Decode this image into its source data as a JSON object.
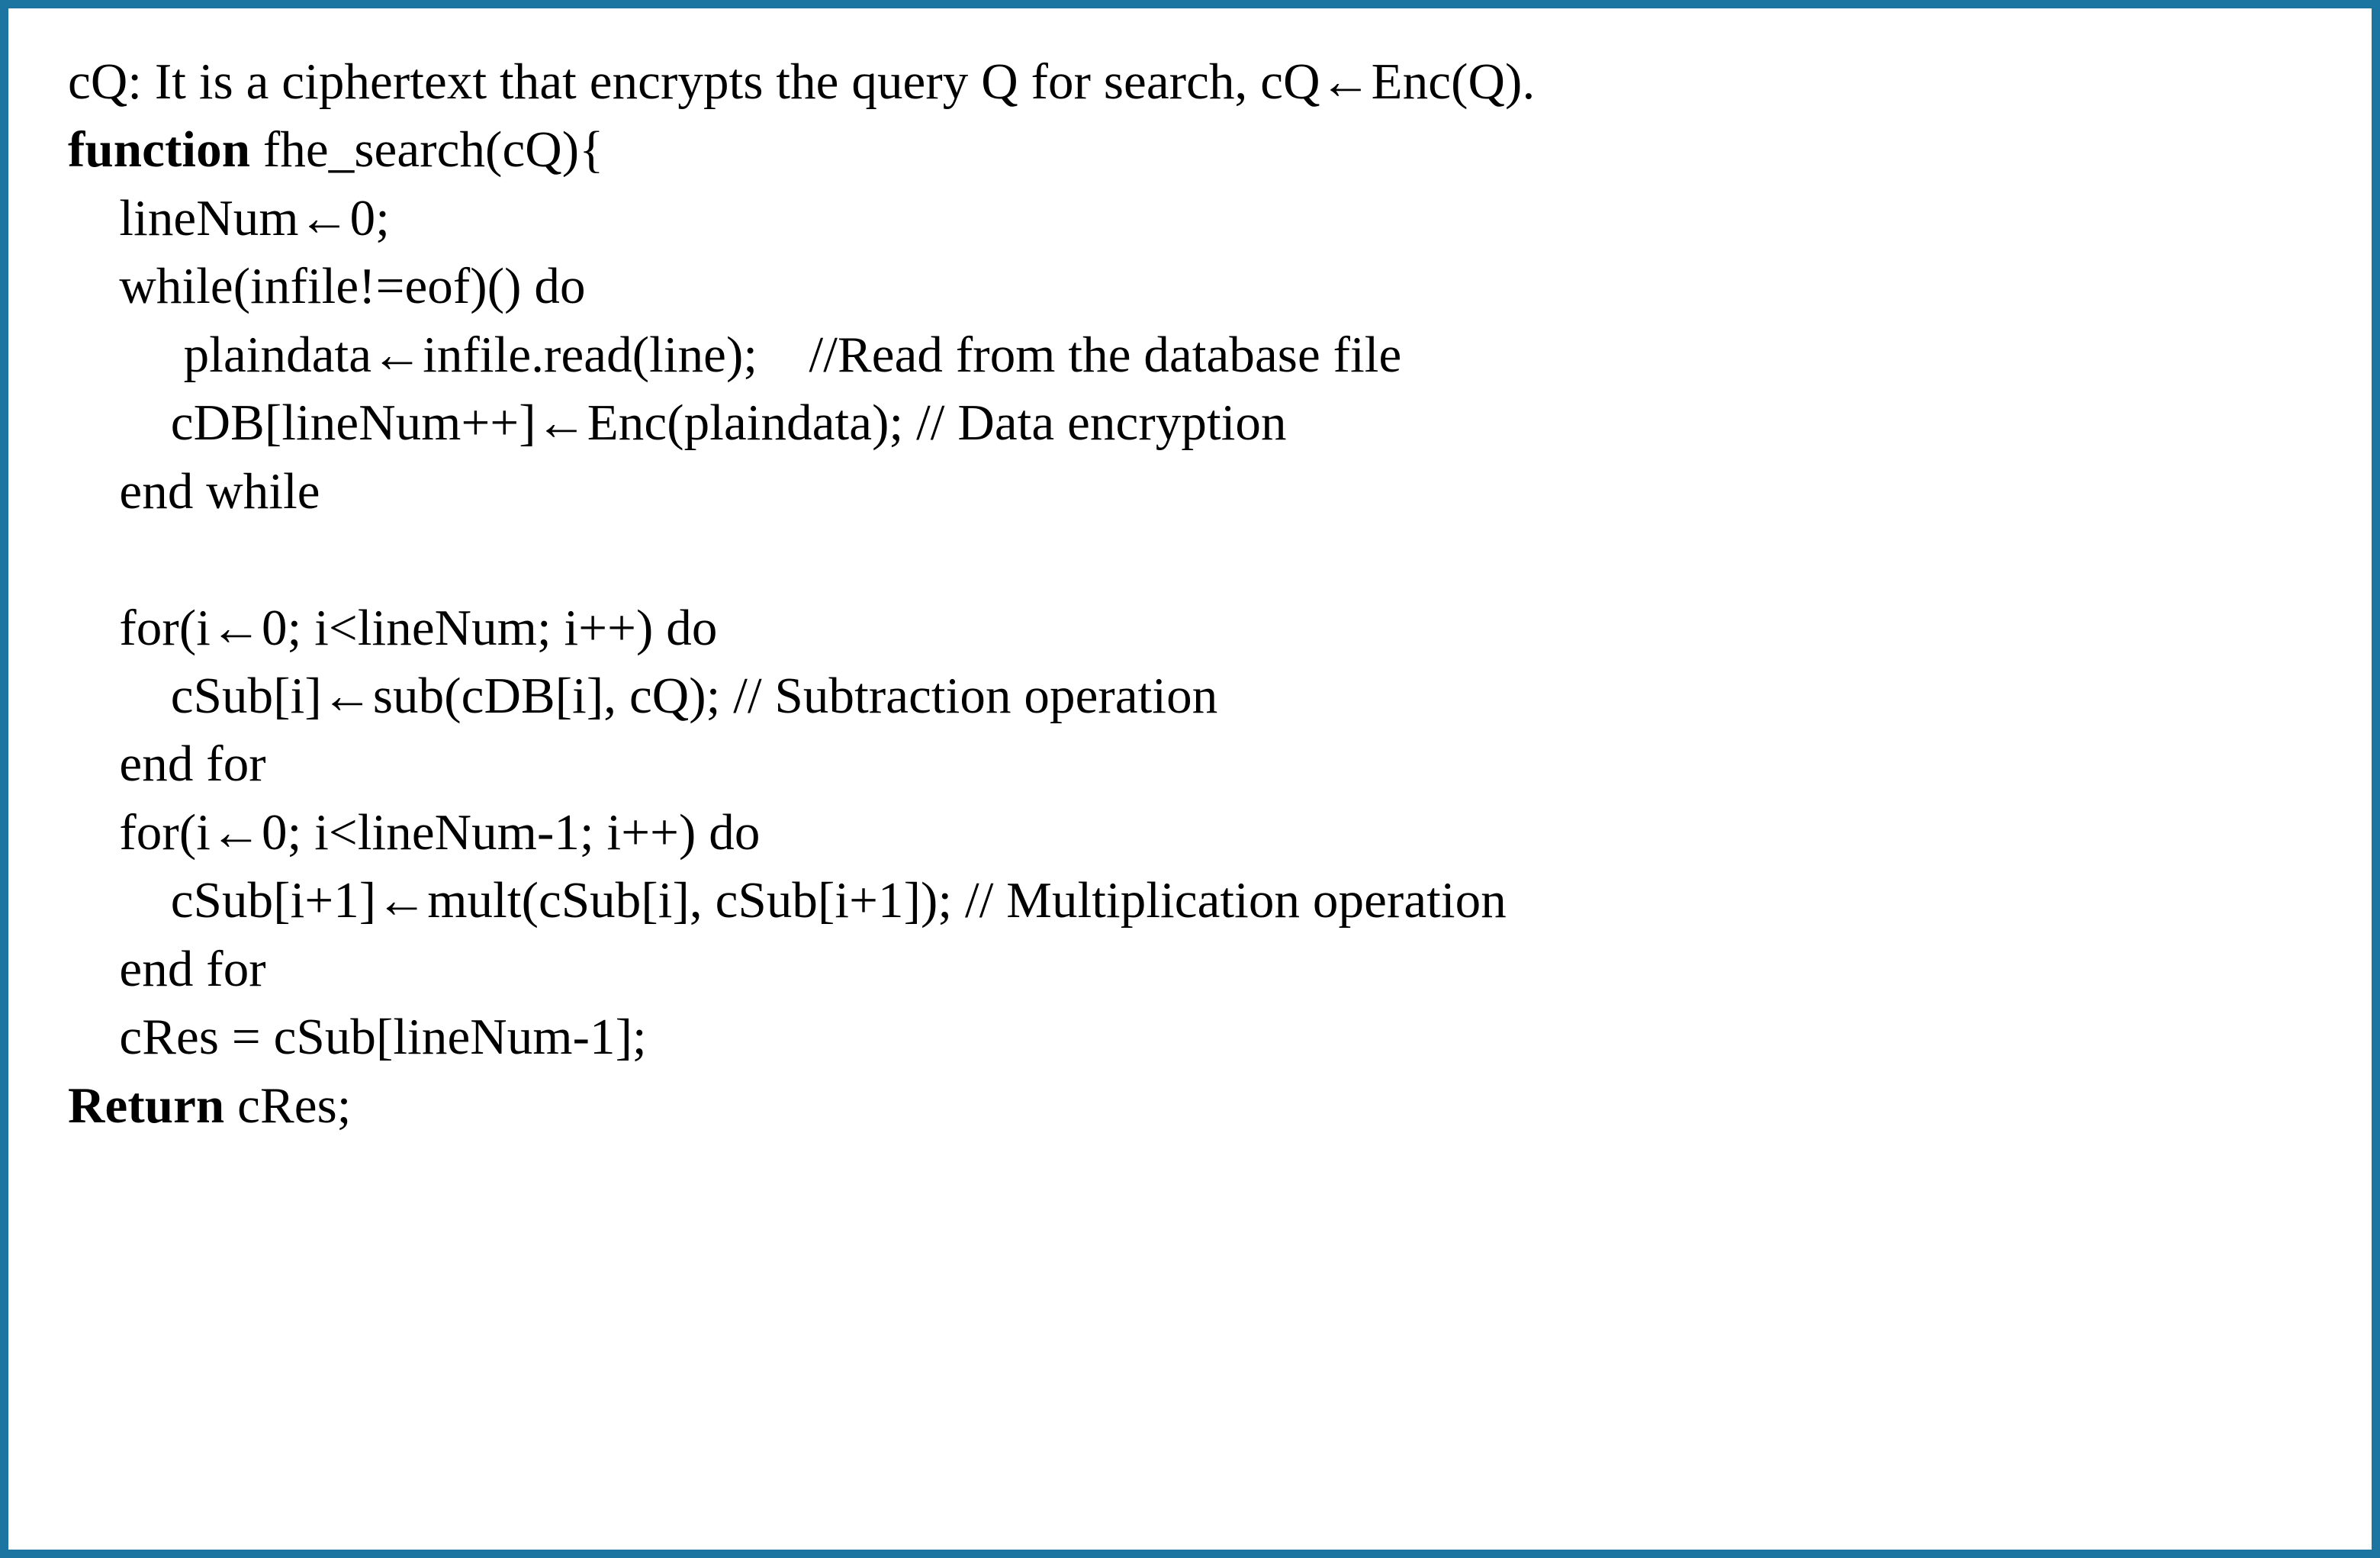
{
  "figure": {
    "kind": "algorithm-pseudocode-box",
    "border_color": "#1b75a0",
    "background_color": "#ffffff",
    "text_color": "#000000"
  },
  "code": {
    "lines": [
      {
        "id": "desc",
        "indent": 0,
        "bold_prefix": "",
        "text": "cQ: It is a ciphertext that encrypts the query Q for search, cQ←Enc(Q)."
      },
      {
        "id": "func-signature",
        "indent": 0,
        "bold_prefix": "function",
        "text": " fhe_search(cQ){"
      },
      {
        "id": "linenum-init",
        "indent": 1,
        "bold_prefix": "",
        "text": "lineNum←0;"
      },
      {
        "id": "while-head",
        "indent": 1,
        "bold_prefix": "",
        "text": "while(infile!=eof)() do"
      },
      {
        "id": "read-line",
        "indent": 2,
        "bold_prefix": "",
        "text": " plaindata←infile.read(line);    //Read from the database file"
      },
      {
        "id": "encrypt-line",
        "indent": 2,
        "bold_prefix": "",
        "text": "cDB[lineNum++]←Enc(plaindata); // Data encryption"
      },
      {
        "id": "end-while",
        "indent": 1,
        "bold_prefix": "",
        "text": "end while"
      },
      {
        "id": "spacer-1",
        "indent": 0,
        "bold_prefix": "",
        "text": ""
      },
      {
        "id": "for-sub-head",
        "indent": 1,
        "bold_prefix": "",
        "text": "for(i←0; i<lineNum; i++) do"
      },
      {
        "id": "sub-op",
        "indent": 2,
        "bold_prefix": "",
        "text": "cSub[i]←sub(cDB[i], cQ); // Subtraction operation"
      },
      {
        "id": "end-for-1",
        "indent": 1,
        "bold_prefix": "",
        "text": "end for"
      },
      {
        "id": "for-mult-head",
        "indent": 1,
        "bold_prefix": "",
        "text": "for(i←0; i<lineNum-1; i++) do"
      },
      {
        "id": "mult-op",
        "indent": 2,
        "bold_prefix": "",
        "text": "cSub[i+1]←mult(cSub[i], cSub[i+1]); // Multiplication operation"
      },
      {
        "id": "end-for-2",
        "indent": 1,
        "bold_prefix": "",
        "text": "end for"
      },
      {
        "id": "cres-assign",
        "indent": 1,
        "bold_prefix": "",
        "text": "cRes = cSub[lineNum-1];"
      },
      {
        "id": "return-stmt",
        "indent": 0,
        "bold_prefix": "Return",
        "text": " cRes;"
      }
    ]
  }
}
